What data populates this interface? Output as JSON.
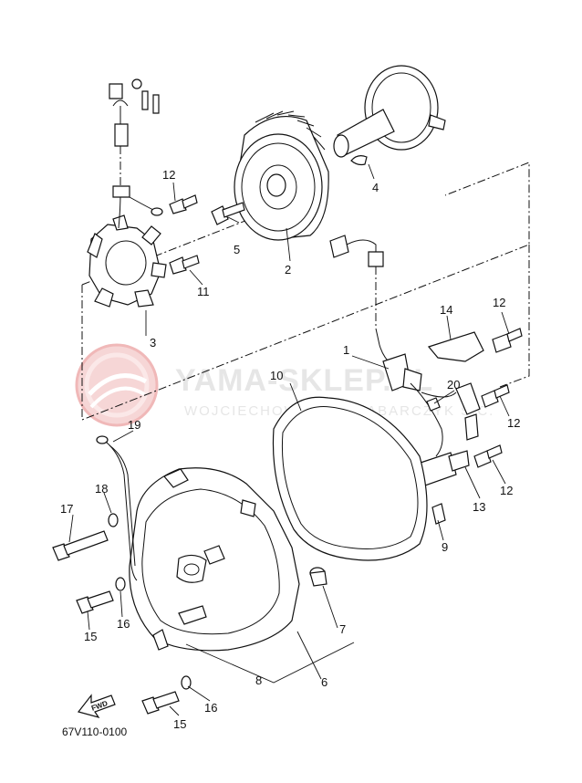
{
  "watermark": {
    "brand": "YAMA-SKLEP.PL",
    "owner": "WOJCIECHOWICZ I DRABARCZYK S.C."
  },
  "diagram_code": "67V110-0100",
  "fwd_label": "FWD",
  "part_labels": [
    {
      "id": "p1",
      "text": "1"
    },
    {
      "id": "p2",
      "text": "2"
    },
    {
      "id": "p3",
      "text": "3"
    },
    {
      "id": "p4",
      "text": "4"
    },
    {
      "id": "p5",
      "text": "5"
    },
    {
      "id": "p6",
      "text": "6"
    },
    {
      "id": "p7",
      "text": "7"
    },
    {
      "id": "p8",
      "text": "8"
    },
    {
      "id": "p9",
      "text": "9"
    },
    {
      "id": "p10",
      "text": "10"
    },
    {
      "id": "p11",
      "text": "11"
    },
    {
      "id": "p12a",
      "text": "12"
    },
    {
      "id": "p12b",
      "text": "12"
    },
    {
      "id": "p12c",
      "text": "12"
    },
    {
      "id": "p12d",
      "text": "12"
    },
    {
      "id": "p13",
      "text": "13"
    },
    {
      "id": "p14",
      "text": "14"
    },
    {
      "id": "p15a",
      "text": "15"
    },
    {
      "id": "p15b",
      "text": "15"
    },
    {
      "id": "p16a",
      "text": "16"
    },
    {
      "id": "p16b",
      "text": "16"
    },
    {
      "id": "p17",
      "text": "17"
    },
    {
      "id": "p18",
      "text": "18"
    },
    {
      "id": "p19",
      "text": "19"
    },
    {
      "id": "p20",
      "text": "20"
    }
  ]
}
